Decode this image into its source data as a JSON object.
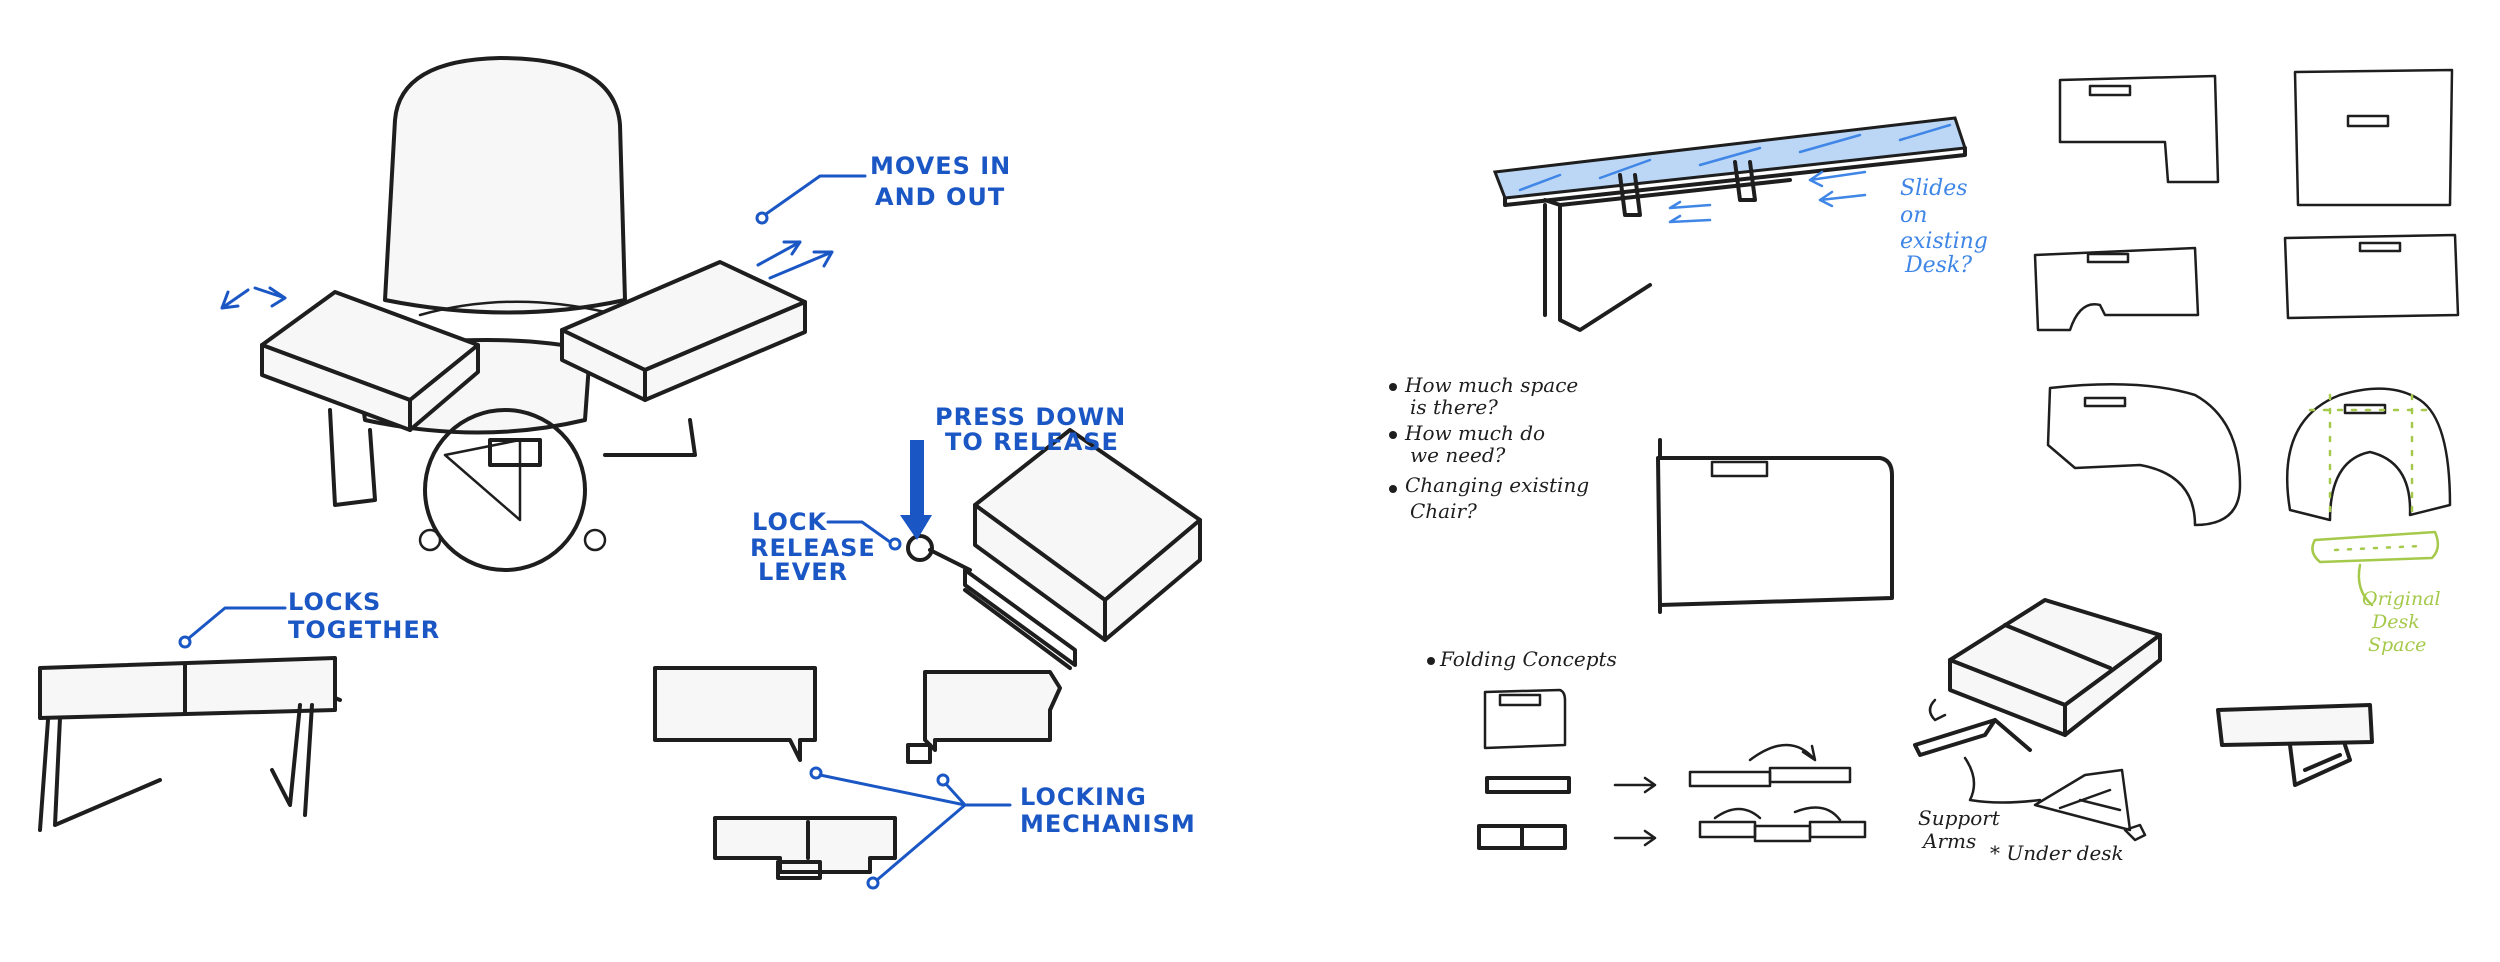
{
  "left": {
    "moves_label": [
      "MOVES IN",
      "AND OUT"
    ],
    "press_label": [
      "PRESS DOWN",
      "TO RELEASE"
    ],
    "lock_label": [
      "LOCK",
      "RELEASE",
      "LEVER"
    ],
    "locks_label": [
      "LOCKS",
      "TOGETHER"
    ],
    "mechanism_label": [
      "LOCKING",
      "MECHANISM"
    ]
  },
  "right": {
    "slides_label": [
      "Slides",
      "on",
      "existing",
      "Desk?"
    ],
    "questions": [
      [
        "How much space",
        "is there?"
      ],
      [
        "How much do",
        "we need?"
      ],
      [
        "Changing existing",
        "Chair?"
      ]
    ],
    "folding_title": "Folding Concepts",
    "support_arms": [
      "Support",
      "Arms"
    ],
    "under_desk": "* Under desk",
    "original_desk": [
      "Original",
      "Desk",
      "Space"
    ]
  },
  "colors": {
    "ink": "#1e1e1e",
    "annotation_blue": "#1b57c4",
    "light_blue": "#3f86e6",
    "green": "#a5c94a"
  }
}
